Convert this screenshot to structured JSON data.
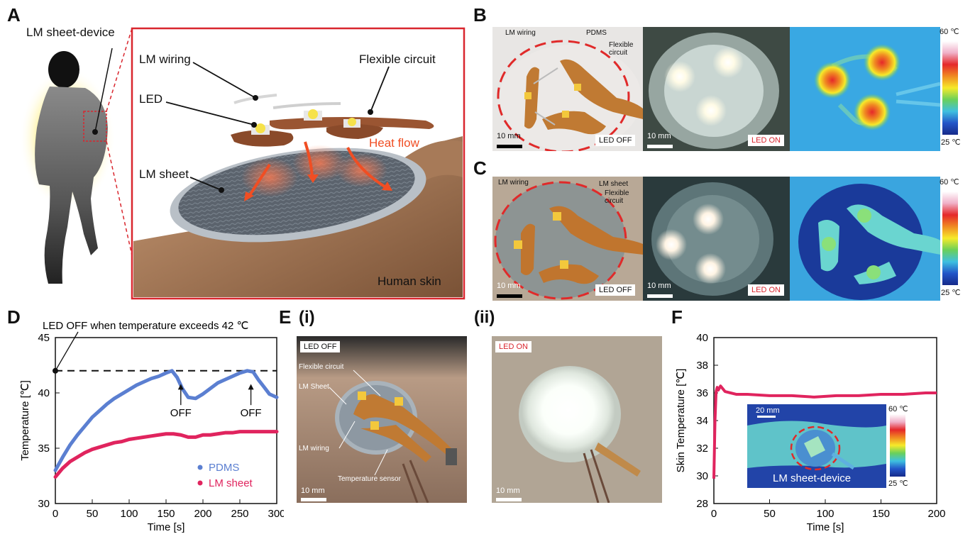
{
  "panel_labels": {
    "A": "A",
    "B": "B",
    "C": "C",
    "D": "D",
    "E": "E",
    "F": "F",
    "E_i": "(i)",
    "E_ii": "(ii)"
  },
  "panelA": {
    "device_label": "LM sheet-device",
    "callouts": {
      "wiring": "LM wiring",
      "led": "LED",
      "flex": "Flexible circuit",
      "heat": "Heat flow",
      "sheet": "LM sheet",
      "skin": "Human skin"
    }
  },
  "panelB": {
    "photo_labels": {
      "wiring": "LM wiring",
      "pdms": "PDMS",
      "flex": "Flexible circuit"
    },
    "scale": "10 mm",
    "state_off": "LED OFF",
    "state_on": "LED ON",
    "cbar_max": "60 ℃",
    "cbar_min": "25 ℃"
  },
  "panelC": {
    "photo_labels": {
      "wiring": "LM wiring",
      "sheet": "LM sheet",
      "flex": "Flexible circuit"
    },
    "scale": "10 mm",
    "state_off": "LED OFF",
    "state_on": "LED ON",
    "cbar_max": "60 ℃",
    "cbar_min": "25 ℃"
  },
  "panelE": {
    "state_off": "LED OFF",
    "state_on": "LED ON",
    "labels": {
      "flex": "Flexible circuit",
      "sheet": "LM Sheet",
      "wiring": "LM wiring",
      "sensor": "Temperature sensor"
    },
    "scale": "10 mm"
  },
  "chartD": {
    "type": "line",
    "title": "",
    "annotation": "LED OFF when temperature exceeds 42 ℃",
    "xlabel": "Time [s]",
    "ylabel": "Temperature [℃]",
    "xlim": [
      0,
      300
    ],
    "ylim": [
      30,
      45
    ],
    "xticks": [
      0,
      50,
      100,
      150,
      200,
      250,
      300
    ],
    "yticks": [
      30,
      35,
      40,
      45
    ],
    "threshold": 42,
    "off_marks": [
      {
        "x": 170,
        "label": "OFF"
      },
      {
        "x": 265,
        "label": "OFF"
      }
    ],
    "legend": [
      "PDMS",
      "LM sheet"
    ],
    "colors": {
      "pdms": "#5b7fd1",
      "lm": "#e0245e"
    },
    "series": [
      {
        "name": "PDMS",
        "x": [
          0,
          10,
          20,
          30,
          40,
          50,
          60,
          70,
          80,
          90,
          100,
          110,
          120,
          130,
          140,
          150,
          158,
          165,
          172,
          180,
          190,
          200,
          210,
          220,
          230,
          240,
          250,
          260,
          268,
          275,
          282,
          290,
          300
        ],
        "y": [
          33.0,
          34.2,
          35.3,
          36.2,
          37.0,
          37.8,
          38.4,
          39.0,
          39.5,
          39.9,
          40.3,
          40.7,
          41.0,
          41.3,
          41.5,
          41.8,
          42.0,
          41.4,
          40.4,
          39.6,
          39.5,
          39.9,
          40.4,
          40.9,
          41.2,
          41.5,
          41.8,
          42.0,
          41.9,
          41.2,
          40.6,
          39.9,
          39.6
        ]
      },
      {
        "name": "LM sheet",
        "x": [
          0,
          10,
          20,
          30,
          40,
          50,
          60,
          70,
          80,
          90,
          100,
          110,
          120,
          130,
          140,
          150,
          160,
          170,
          180,
          190,
          200,
          210,
          220,
          230,
          240,
          250,
          260,
          270,
          280,
          290,
          300
        ],
        "y": [
          32.4,
          33.2,
          33.8,
          34.2,
          34.6,
          34.9,
          35.1,
          35.3,
          35.5,
          35.6,
          35.8,
          35.9,
          36.0,
          36.1,
          36.2,
          36.3,
          36.3,
          36.2,
          36.0,
          36.0,
          36.2,
          36.2,
          36.3,
          36.4,
          36.4,
          36.5,
          36.5,
          36.5,
          36.5,
          36.5,
          36.5
        ]
      }
    ]
  },
  "chartF": {
    "type": "line",
    "title": "",
    "xlabel": "Time [s]",
    "ylabel": "Skin Temperature [℃]",
    "xlim": [
      0,
      200
    ],
    "ylim": [
      28,
      40
    ],
    "xticks": [
      0,
      50,
      100,
      150,
      200
    ],
    "yticks": [
      28,
      30,
      32,
      34,
      36,
      38,
      40
    ],
    "color": "#e0245e",
    "series": [
      {
        "name": "",
        "x": [
          0,
          1,
          2,
          3,
          4,
          6,
          8,
          10,
          15,
          20,
          30,
          50,
          70,
          90,
          110,
          130,
          150,
          170,
          190,
          200
        ],
        "y": [
          29.8,
          34.0,
          36.1,
          36.4,
          36.2,
          36.5,
          36.3,
          36.1,
          36.0,
          35.9,
          35.9,
          35.8,
          35.8,
          35.7,
          35.8,
          35.8,
          35.9,
          35.9,
          36.0,
          36.0
        ]
      }
    ],
    "inset": {
      "scale": "20 mm",
      "caption": "LM sheet-device",
      "cbar_max": "60 ℃",
      "cbar_min": "25 ℃"
    }
  }
}
